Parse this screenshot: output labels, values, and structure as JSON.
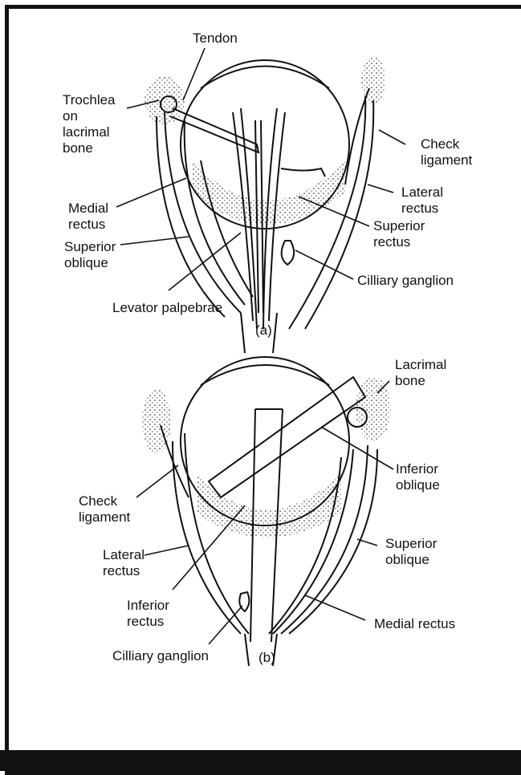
{
  "figure_a": {
    "caption": "(a)",
    "labels": {
      "tendon": "Tendon",
      "trochlea": "Trochlea\non\nlacrimal\nbone",
      "check_ligament": "Check\nligament",
      "lateral_rectus": "Lateral\nrectus",
      "medial_rectus": "Medial\nrectus",
      "superior_rectus": "Superior\nrectus",
      "superior_oblique": "Superior\noblique",
      "ciliary_ganglion": "Cilliary ganglion",
      "levator_palpebrae": "Levator palpebrae"
    }
  },
  "figure_b": {
    "caption": "(b)",
    "labels": {
      "lacrimal_bone": "Lacrimal\nbone",
      "inferior_oblique": "Inferior\noblique",
      "check_ligament": "Check\nligament",
      "lateral_rectus": "Lateral\nrectus",
      "superior_oblique": "Superior\noblique",
      "inferior_rectus": "Inferior\nrectus",
      "medial_rectus": "Medial rectus",
      "ciliary_ganglion": "Cilliary ganglion"
    }
  },
  "colors": {
    "ink": "#111111",
    "paper": "#ffffff"
  }
}
